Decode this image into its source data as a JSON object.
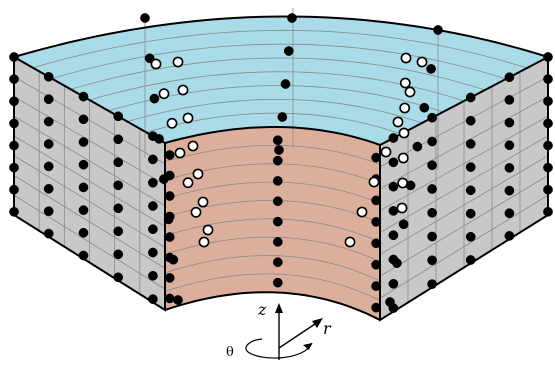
{
  "colors": {
    "top_face": "#a9dbe8",
    "inner_face": "#dcaf9c",
    "side_face": "#c8c8c8",
    "grid_line": "#8a8a8a",
    "edge_line": "#000000",
    "node_solid": "#000000",
    "node_hollow_fill": "#ffffff"
  },
  "axes": {
    "z_label": "z",
    "r_label": "r",
    "theta_label": "θ"
  }
}
